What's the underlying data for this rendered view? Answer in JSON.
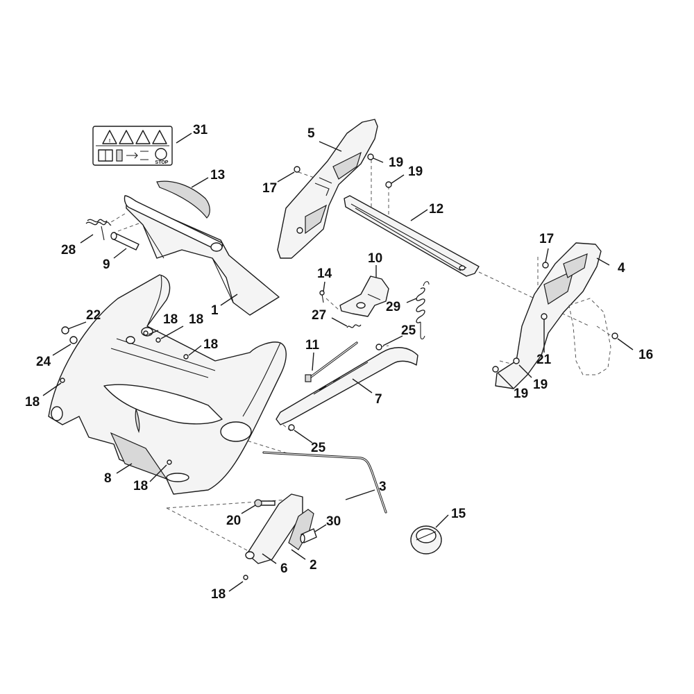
{
  "diagram": {
    "callouts": [
      {
        "id": "c1",
        "label": "1"
      },
      {
        "id": "c2",
        "label": "2"
      },
      {
        "id": "c3",
        "label": "3"
      },
      {
        "id": "c4",
        "label": "4"
      },
      {
        "id": "c5",
        "label": "5"
      },
      {
        "id": "c6",
        "label": "6"
      },
      {
        "id": "c7",
        "label": "7"
      },
      {
        "id": "c8",
        "label": "8"
      },
      {
        "id": "c9",
        "label": "9"
      },
      {
        "id": "c10",
        "label": "10"
      },
      {
        "id": "c11",
        "label": "11"
      },
      {
        "id": "c12",
        "label": "12"
      },
      {
        "id": "c13",
        "label": "13"
      },
      {
        "id": "c14",
        "label": "14"
      },
      {
        "id": "c15",
        "label": "15"
      },
      {
        "id": "c16",
        "label": "16"
      },
      {
        "id": "c17a",
        "label": "17"
      },
      {
        "id": "c17b",
        "label": "17"
      },
      {
        "id": "c18a",
        "label": "18"
      },
      {
        "id": "c18b",
        "label": "18"
      },
      {
        "id": "c18c",
        "label": "18"
      },
      {
        "id": "c18d",
        "label": "18"
      },
      {
        "id": "c18e",
        "label": "18"
      },
      {
        "id": "c18f",
        "label": "18"
      },
      {
        "id": "c19a",
        "label": "19"
      },
      {
        "id": "c19b",
        "label": "19"
      },
      {
        "id": "c19c",
        "label": "19"
      },
      {
        "id": "c19d",
        "label": "19"
      },
      {
        "id": "c20",
        "label": "20"
      },
      {
        "id": "c21",
        "label": "21"
      },
      {
        "id": "c22",
        "label": "22"
      },
      {
        "id": "c24",
        "label": "24"
      },
      {
        "id": "c25a",
        "label": "25"
      },
      {
        "id": "c25b",
        "label": "25"
      },
      {
        "id": "c27",
        "label": "27"
      },
      {
        "id": "c28",
        "label": "28"
      },
      {
        "id": "c29",
        "label": "29"
      },
      {
        "id": "c30",
        "label": "30"
      },
      {
        "id": "c31",
        "label": "31"
      }
    ],
    "warning_label": {
      "stop_text": "STOP"
    }
  }
}
